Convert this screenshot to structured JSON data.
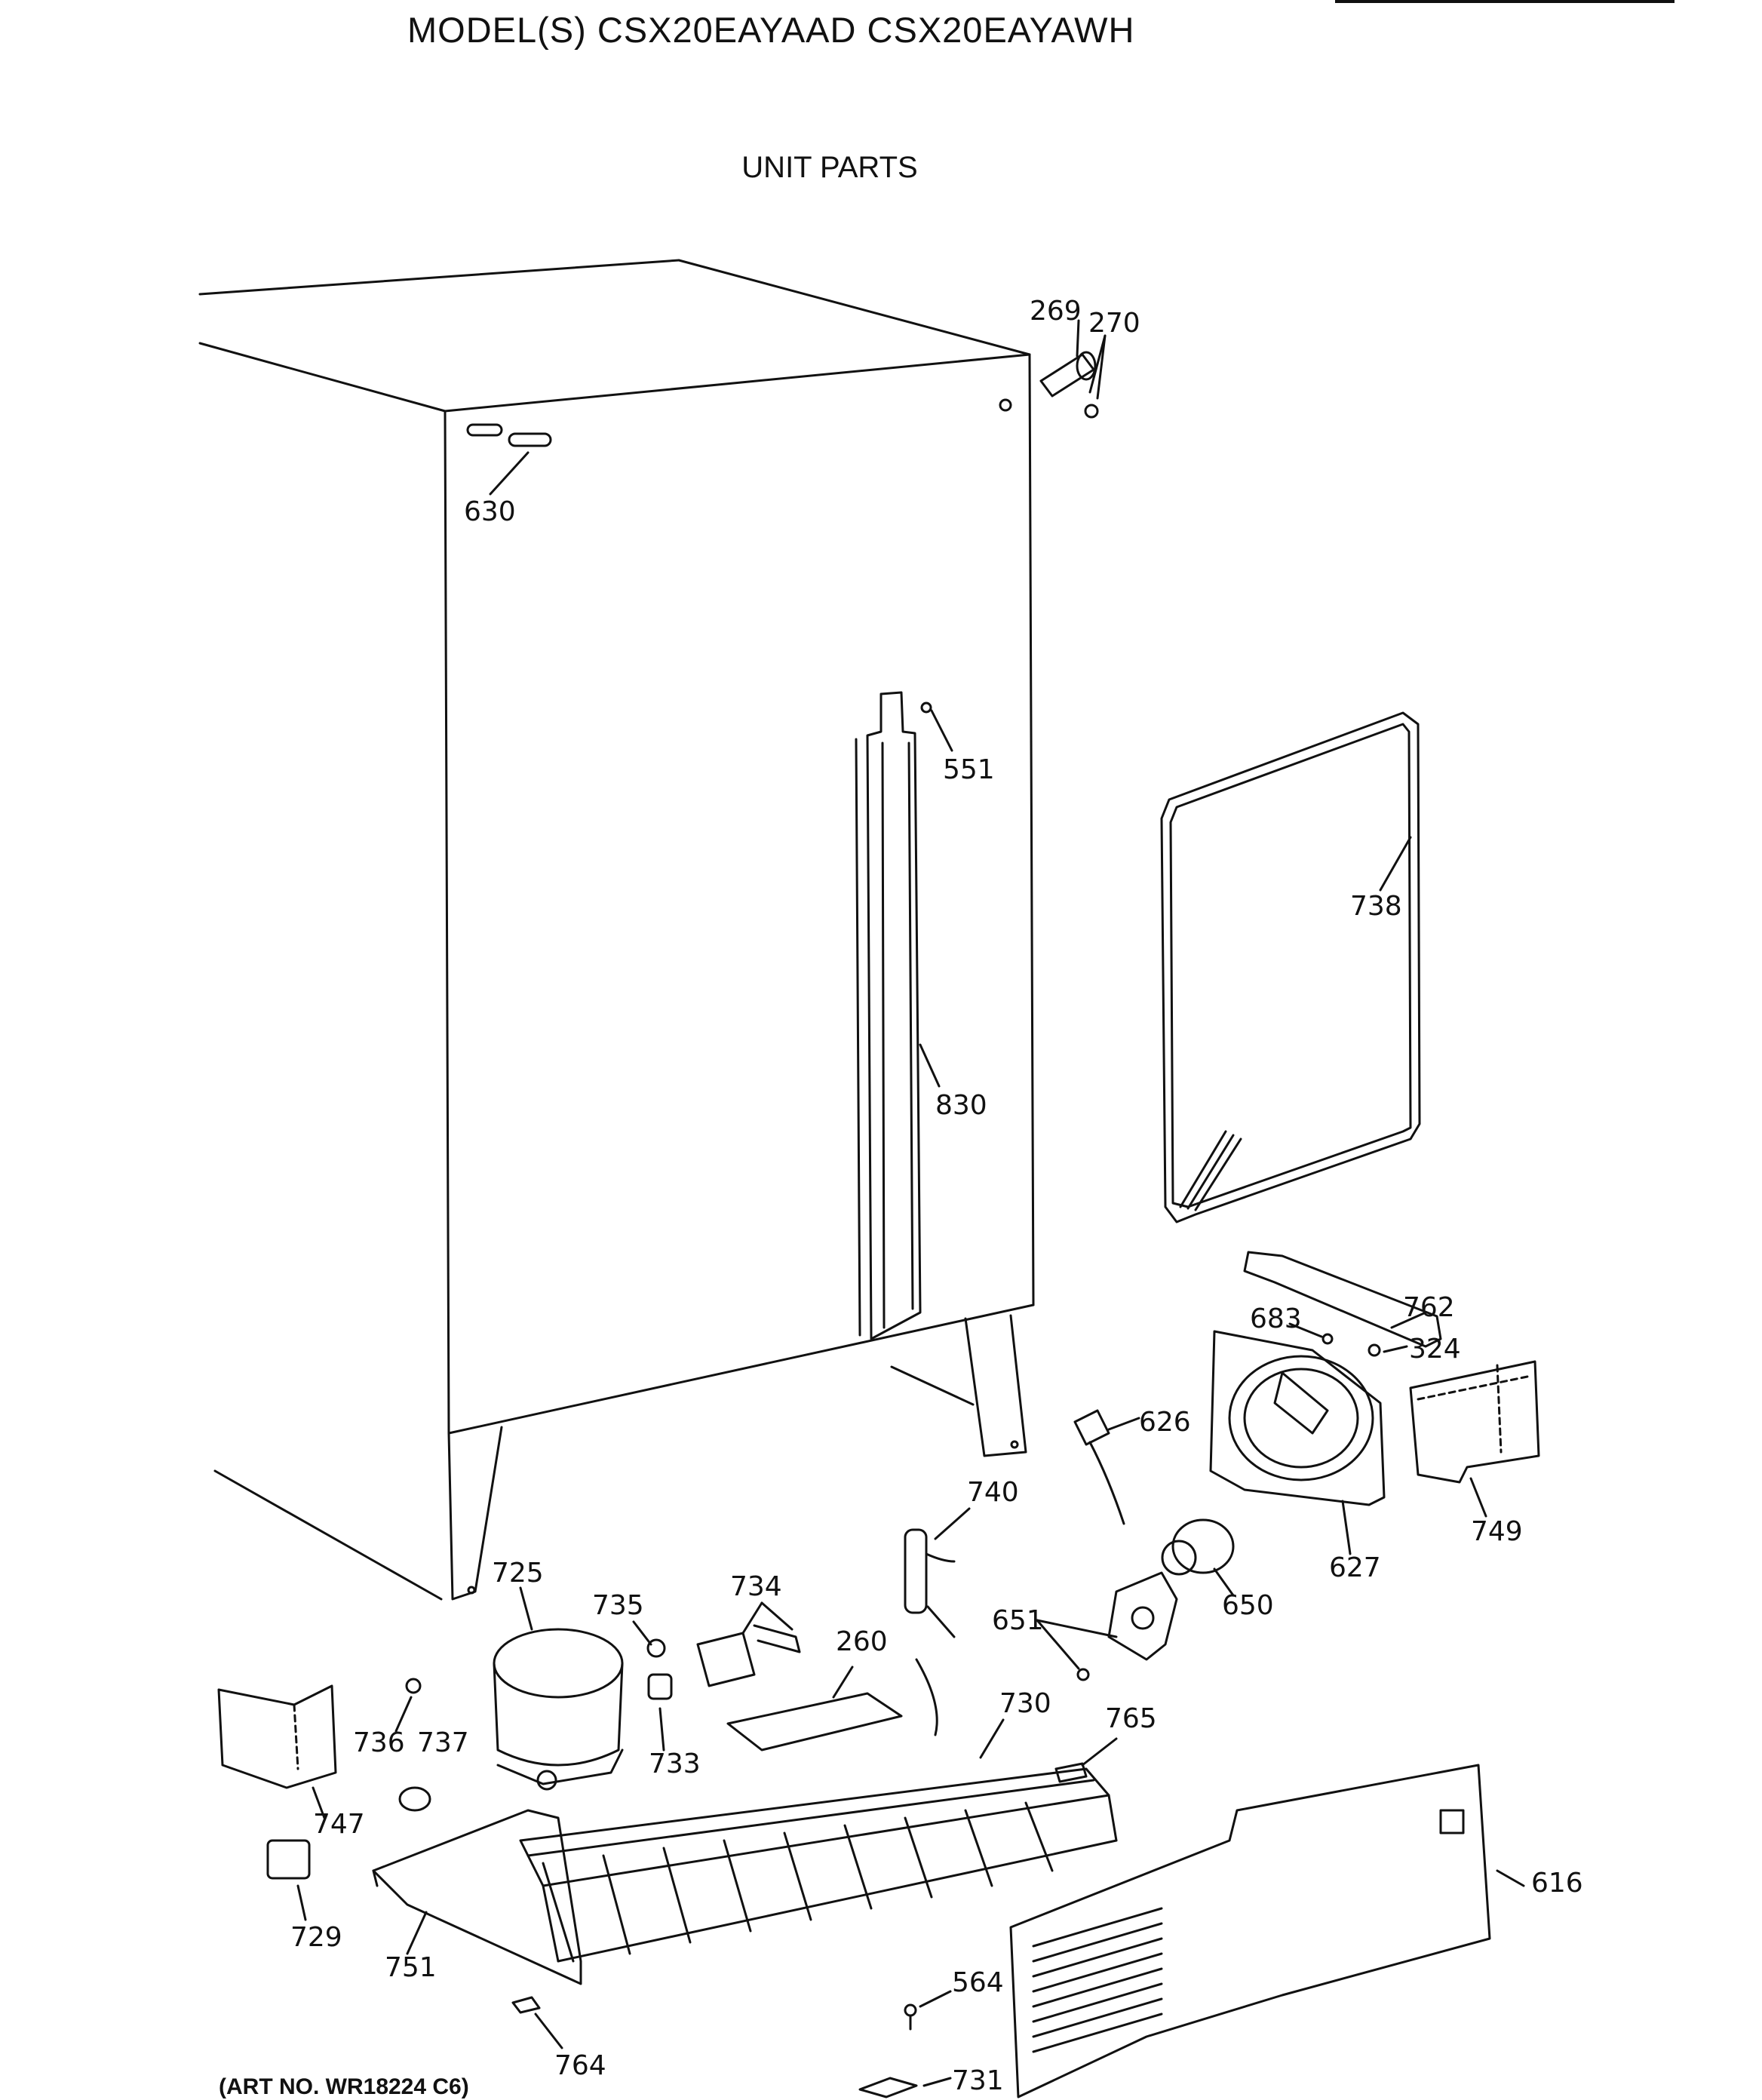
{
  "header": {
    "title": "MODEL(S) CSX20EAYAAD  CSX20EAYAWH",
    "section": "UNIT PARTS"
  },
  "footer": {
    "art_number": "(ART NO. WR18224 C6)"
  },
  "diagram": {
    "parts": [
      {
        "id": "p269",
        "label": "269"
      },
      {
        "id": "p270",
        "label": "270"
      },
      {
        "id": "p630",
        "label": "630"
      },
      {
        "id": "p551",
        "label": "551"
      },
      {
        "id": "p738",
        "label": "738"
      },
      {
        "id": "p830",
        "label": "830"
      },
      {
        "id": "p762",
        "label": "762"
      },
      {
        "id": "p683",
        "label": "683"
      },
      {
        "id": "p324",
        "label": "324"
      },
      {
        "id": "p626",
        "label": "626"
      },
      {
        "id": "p740",
        "label": "740"
      },
      {
        "id": "p749",
        "label": "749"
      },
      {
        "id": "p627",
        "label": "627"
      },
      {
        "id": "p650",
        "label": "650"
      },
      {
        "id": "p651",
        "label": "651"
      },
      {
        "id": "p725",
        "label": "725"
      },
      {
        "id": "p735",
        "label": "735"
      },
      {
        "id": "p734",
        "label": "734"
      },
      {
        "id": "p260",
        "label": "260"
      },
      {
        "id": "p730",
        "label": "730"
      },
      {
        "id": "p765",
        "label": "765"
      },
      {
        "id": "p736",
        "label": "736"
      },
      {
        "id": "p737",
        "label": "737"
      },
      {
        "id": "p733",
        "label": "733"
      },
      {
        "id": "p747",
        "label": "747"
      },
      {
        "id": "p616",
        "label": "616"
      },
      {
        "id": "p729",
        "label": "729"
      },
      {
        "id": "p751",
        "label": "751"
      },
      {
        "id": "p564",
        "label": "564"
      },
      {
        "id": "p731",
        "label": "731"
      },
      {
        "id": "p764",
        "label": "764"
      }
    ]
  }
}
